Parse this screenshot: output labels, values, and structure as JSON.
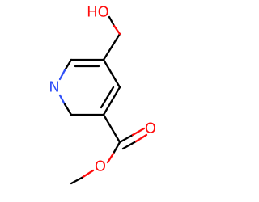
{
  "molecule": {
    "atoms": {
      "hydroxyl": "HO",
      "ring_nitrogen": "N",
      "carbonyl_oxygen": "O",
      "ester_oxygen": "O"
    },
    "colors": {
      "bond": "#000000",
      "oxygen": "#ff0d0d",
      "nitrogen": "#3050f8"
    }
  }
}
